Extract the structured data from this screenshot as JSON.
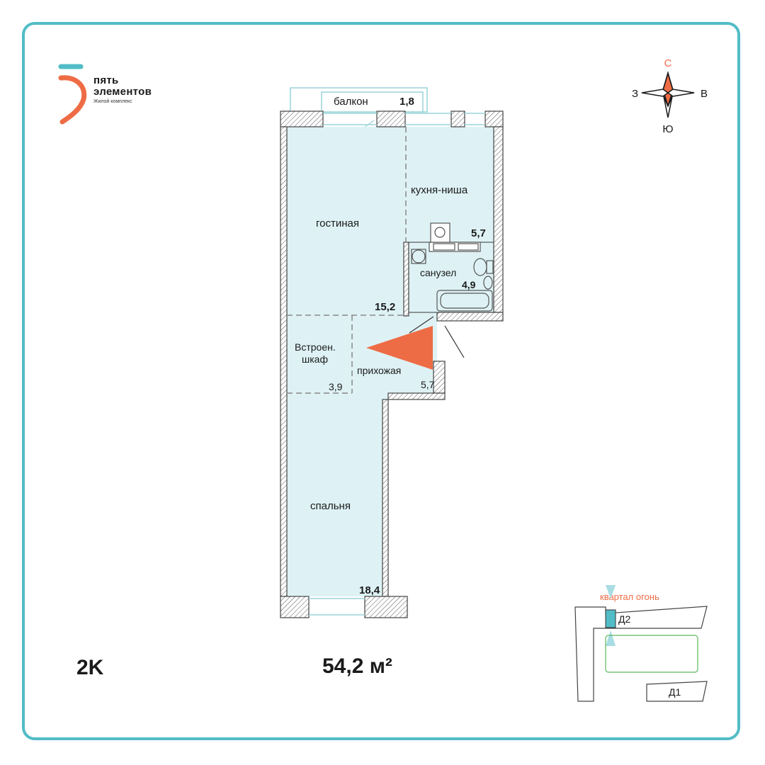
{
  "logo": {
    "line1": "пять",
    "line2": "элементов",
    "line3": "Жилой комплекс"
  },
  "compass": {
    "north": "С",
    "east": "В",
    "south": "Ю",
    "west": "З"
  },
  "rooms": {
    "balcony": {
      "name": "балкон",
      "area": "1,8"
    },
    "kitchen": {
      "name": "кухня-ниша",
      "area": "5,7"
    },
    "living": {
      "name": "гостиная",
      "area": "15,2"
    },
    "bathroom": {
      "name": "санузел",
      "area": "4,9"
    },
    "closet": {
      "name_line1": "Встроен.",
      "name_line2": "шкаф",
      "area": "3,9"
    },
    "hallway": {
      "name": "прихожая",
      "area": "5,7"
    },
    "bedroom": {
      "name": "спальня",
      "area": "18,4"
    }
  },
  "site_plan": {
    "quarter_label": "квартал огонь",
    "building_d2": "Д2",
    "building_d1": "Д1"
  },
  "apartment": {
    "type": "2K",
    "total_area": "54,2 м²"
  },
  "colors": {
    "frame": "#52bcc6",
    "room_fill": "#def2f5",
    "accent": "#ee6c45",
    "selected_section": "#52bcc6",
    "courtyard": "#5cb85c"
  }
}
